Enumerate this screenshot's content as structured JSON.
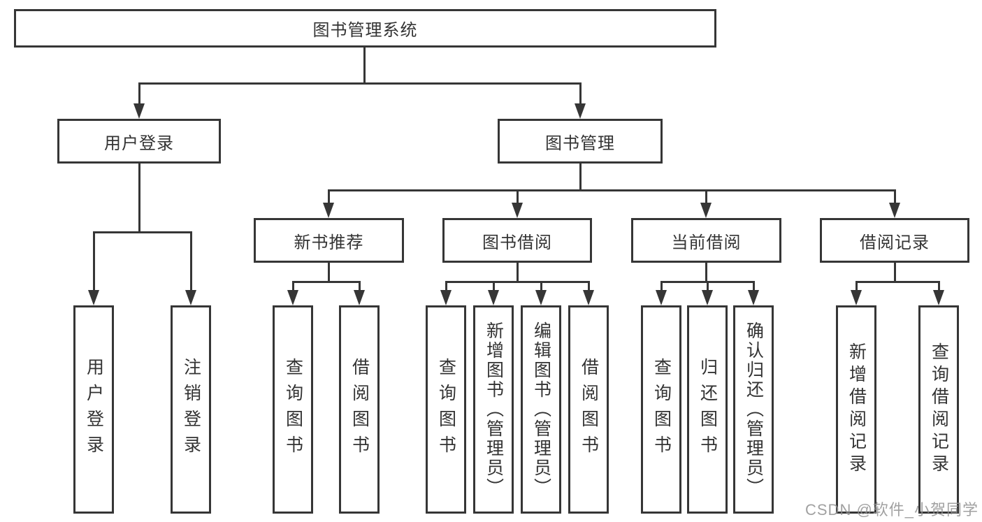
{
  "tree": {
    "label": "图书管理系统",
    "children": [
      {
        "label": "用户登录",
        "children": [
          {
            "label": "用户登录"
          },
          {
            "label": "注销登录"
          }
        ]
      },
      {
        "label": "图书管理",
        "children": [
          {
            "label": "新书推荐",
            "children": [
              {
                "label": "查询图书"
              },
              {
                "label": "借阅图书"
              }
            ]
          },
          {
            "label": "图书借阅",
            "children": [
              {
                "label": "查询图书"
              },
              {
                "label": "新增图书（管理员）"
              },
              {
                "label": "编辑图书（管理员）"
              },
              {
                "label": "借阅图书"
              }
            ]
          },
          {
            "label": "当前借阅",
            "children": [
              {
                "label": "查询图书"
              },
              {
                "label": "归还图书"
              },
              {
                "label": "确认归还（管理员）"
              }
            ]
          },
          {
            "label": "借阅记录",
            "children": [
              {
                "label": "新增借阅记录"
              },
              {
                "label": "查询借阅记录"
              }
            ]
          }
        ]
      }
    ]
  },
  "watermark": "CSDN @软件_小贺同学",
  "colors": {
    "line": "#363636",
    "text": "#333333",
    "background": "#ffffff",
    "watermark": "#919191"
  }
}
